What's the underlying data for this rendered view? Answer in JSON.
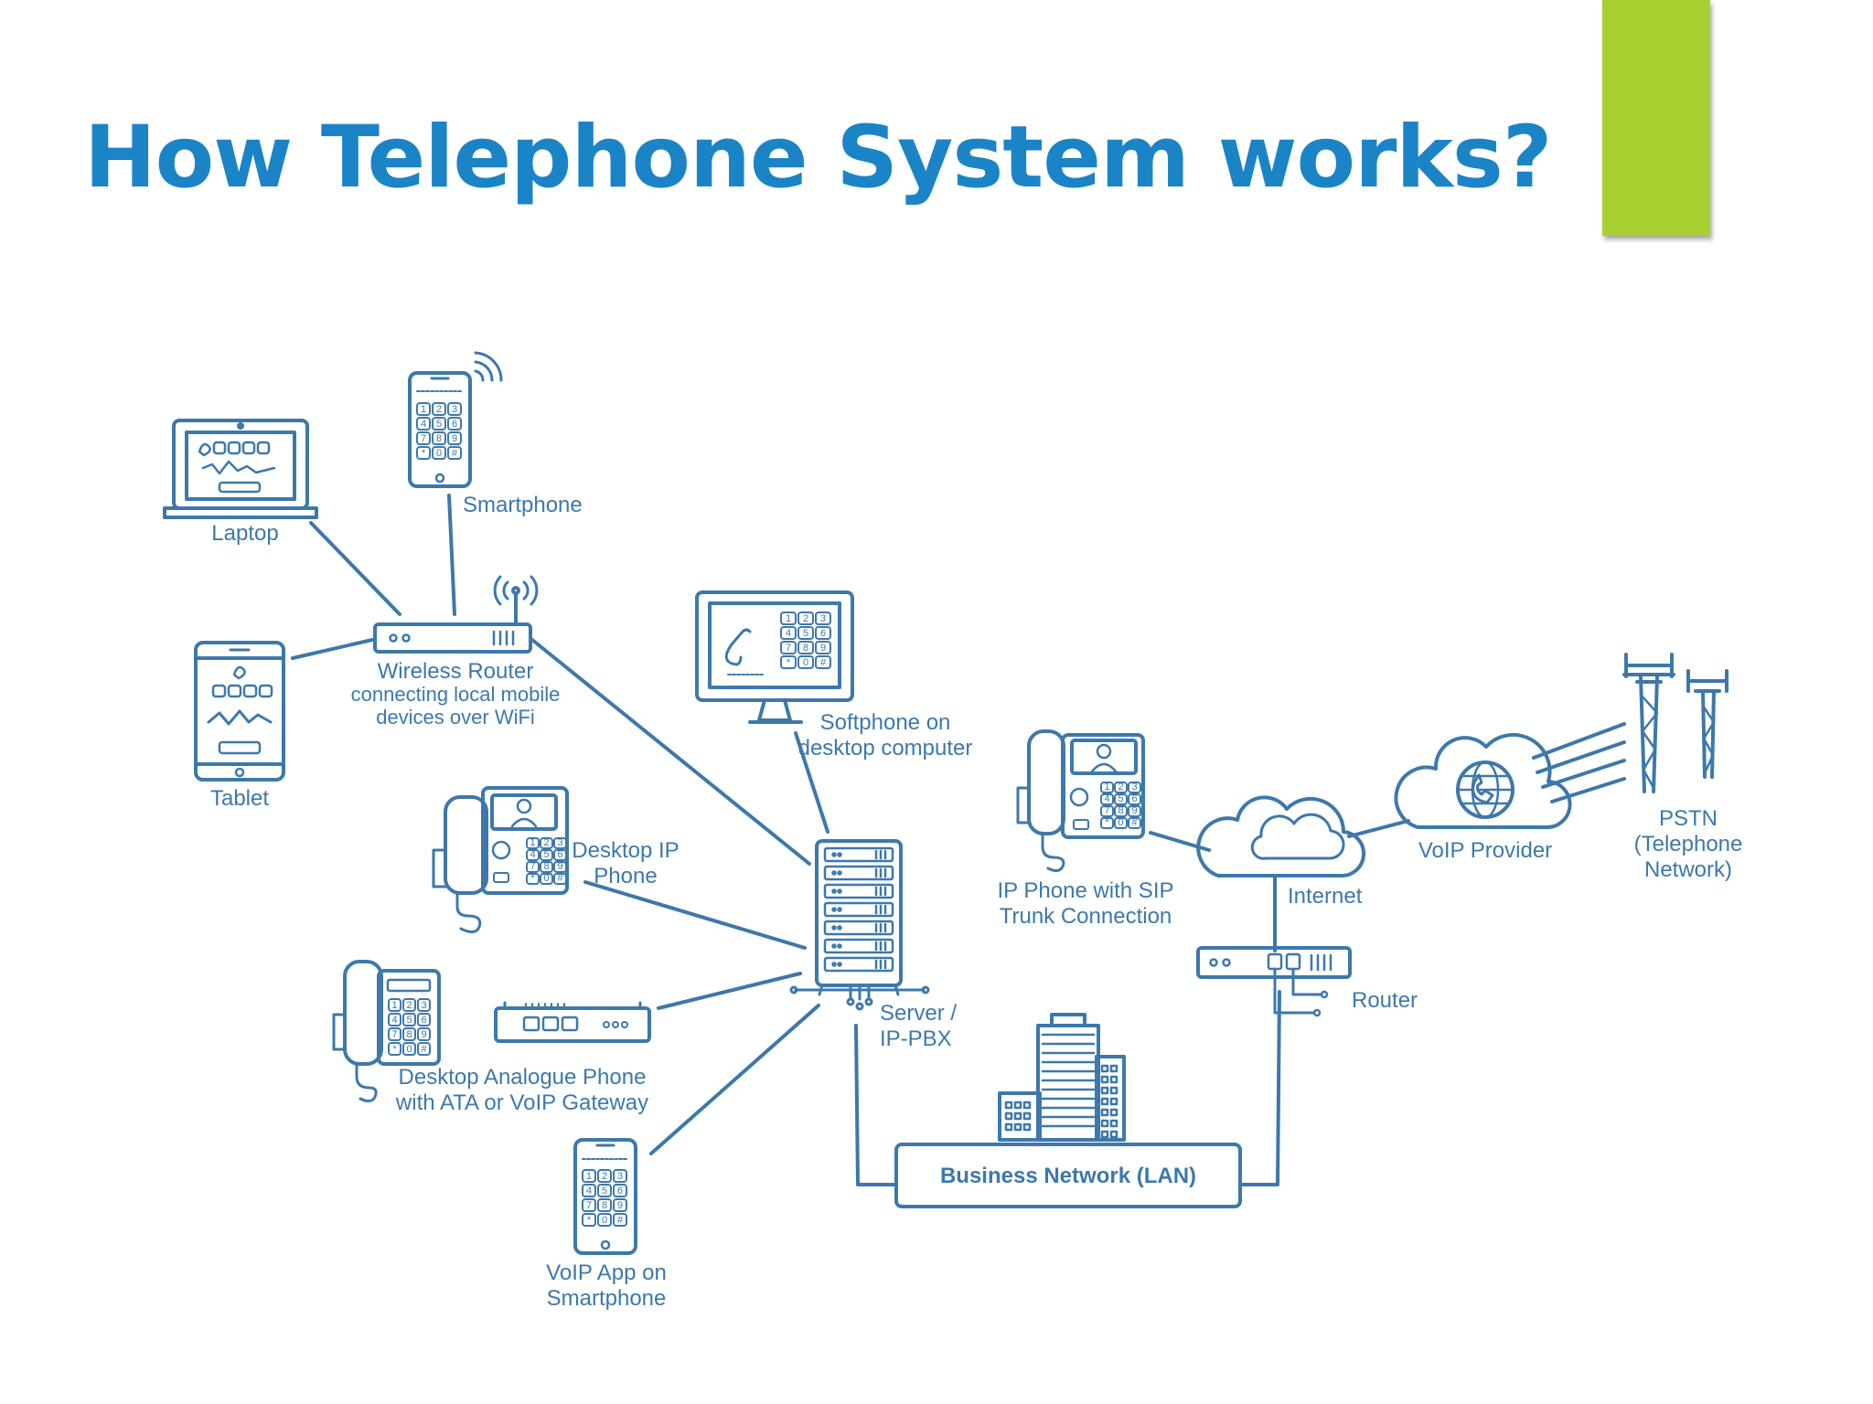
{
  "slide": {
    "title": "How Telephone System works?",
    "colors": {
      "title": "#1b84c6",
      "accent_bar": "#a8cf30",
      "diagram_line": "#3d78ab"
    }
  },
  "diagram": {
    "nodes": {
      "laptop": {
        "label": "Laptop",
        "icon": "laptop-icon"
      },
      "smartphone": {
        "label": "Smartphone",
        "icon": "smartphone-icon"
      },
      "tablet": {
        "label": "Tablet",
        "icon": "tablet-icon"
      },
      "wireless_router": {
        "label": "Wireless Router",
        "sub1": "connecting local mobile",
        "sub2": "devices over WiFi",
        "icon": "wireless-router-icon"
      },
      "softphone": {
        "line1": "Softphone on",
        "line2": "desktop computer",
        "icon": "desktop-monitor-icon"
      },
      "desktop_ip_phone": {
        "line1": "Desktop IP",
        "line2": "Phone",
        "icon": "ip-phone-icon"
      },
      "analogue_phone": {
        "line1": "Desktop Analogue Phone",
        "line2": "with ATA or VoIP Gateway",
        "icon": "analogue-phone-icon"
      },
      "voip_app": {
        "line1": "VoIP App on",
        "line2": "Smartphone",
        "icon": "smartphone-icon"
      },
      "server": {
        "line1": "Server /",
        "line2": "IP-PBX",
        "icon": "server-rack-icon"
      },
      "business_network": {
        "label": "Business Network (LAN)",
        "icon": "office-building-icon"
      },
      "ip_phone_sip": {
        "line1": "IP Phone with SIP",
        "line2": "Trunk Connection",
        "icon": "ip-phone-icon"
      },
      "internet": {
        "label": "Internet",
        "icon": "cloud-icon"
      },
      "router": {
        "label": "Router",
        "icon": "router-icon"
      },
      "voip_provider": {
        "label": "VoIP Provider",
        "icon": "cloud-globe-phone-icon"
      },
      "pstn": {
        "line1": "PSTN",
        "line2": "(Telephone",
        "line3": "Network)",
        "icon": "cell-tower-icon"
      }
    },
    "keypad_keys": [
      "1",
      "2",
      "3",
      "4",
      "5",
      "6",
      "7",
      "8",
      "9",
      "*",
      "0",
      "#"
    ],
    "edges": [
      [
        "laptop",
        "wireless_router"
      ],
      [
        "smartphone",
        "wireless_router"
      ],
      [
        "tablet",
        "wireless_router"
      ],
      [
        "wireless_router",
        "server"
      ],
      [
        "softphone",
        "server"
      ],
      [
        "desktop_ip_phone",
        "server"
      ],
      [
        "analogue_phone",
        "server"
      ],
      [
        "voip_app",
        "server"
      ],
      [
        "server",
        "business_network"
      ],
      [
        "business_network",
        "router"
      ],
      [
        "router",
        "internet"
      ],
      [
        "ip_phone_sip",
        "internet"
      ],
      [
        "internet",
        "voip_provider"
      ],
      [
        "voip_provider",
        "pstn"
      ]
    ]
  }
}
